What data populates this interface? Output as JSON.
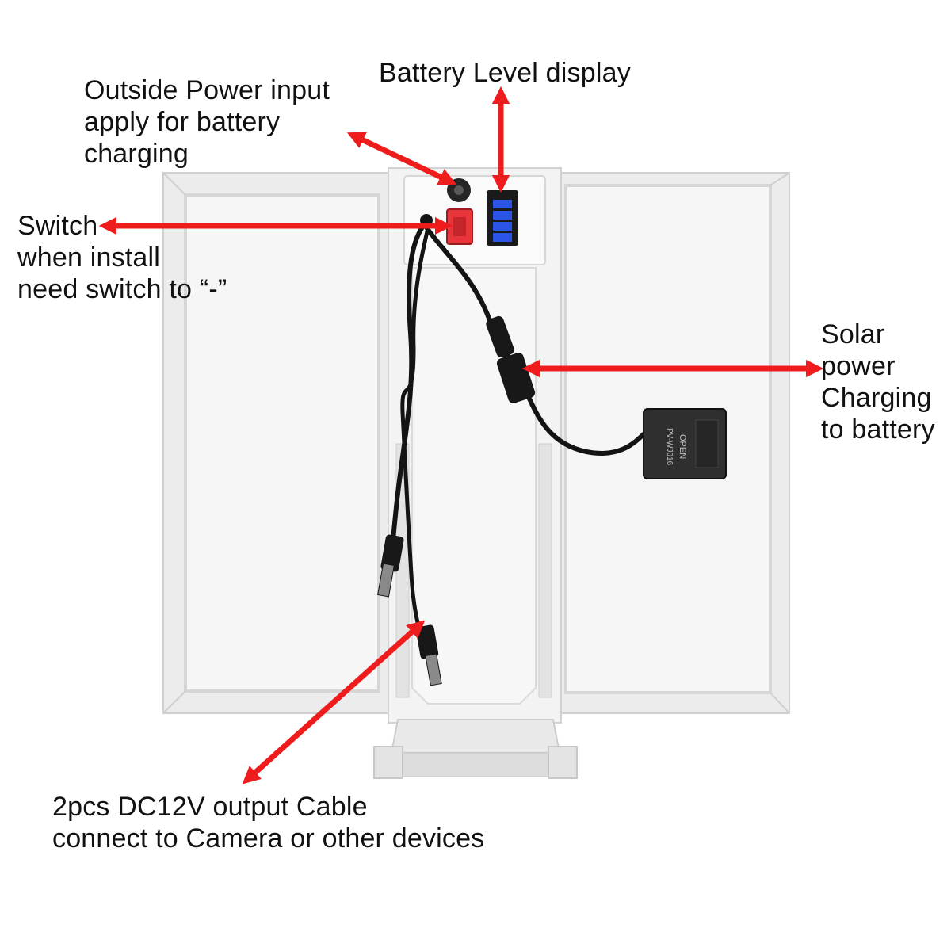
{
  "labels": {
    "battery_level": [
      "Battery Level display"
    ],
    "outside_power": [
      "Outside Power input",
      "apply for battery",
      "charging"
    ],
    "switch": [
      "Switch",
      "when install",
      "need switch to “-”"
    ],
    "solar": [
      "Solar",
      "power",
      "Charging",
      "to battery"
    ],
    "output_cable": [
      "2pcs DC12V output Cable",
      "connect to Camera or other devices"
    ]
  },
  "junction_box": {
    "text_line1": "OPEN",
    "text_line2": "PV-WJ016"
  },
  "colors": {
    "arrow": "#ee1c1c",
    "panel": "#f1f1f1",
    "frame": "#d9d9d9",
    "cable": "#141414",
    "switch_red": "#e8343a",
    "battery_blue": "#2a55e6"
  }
}
